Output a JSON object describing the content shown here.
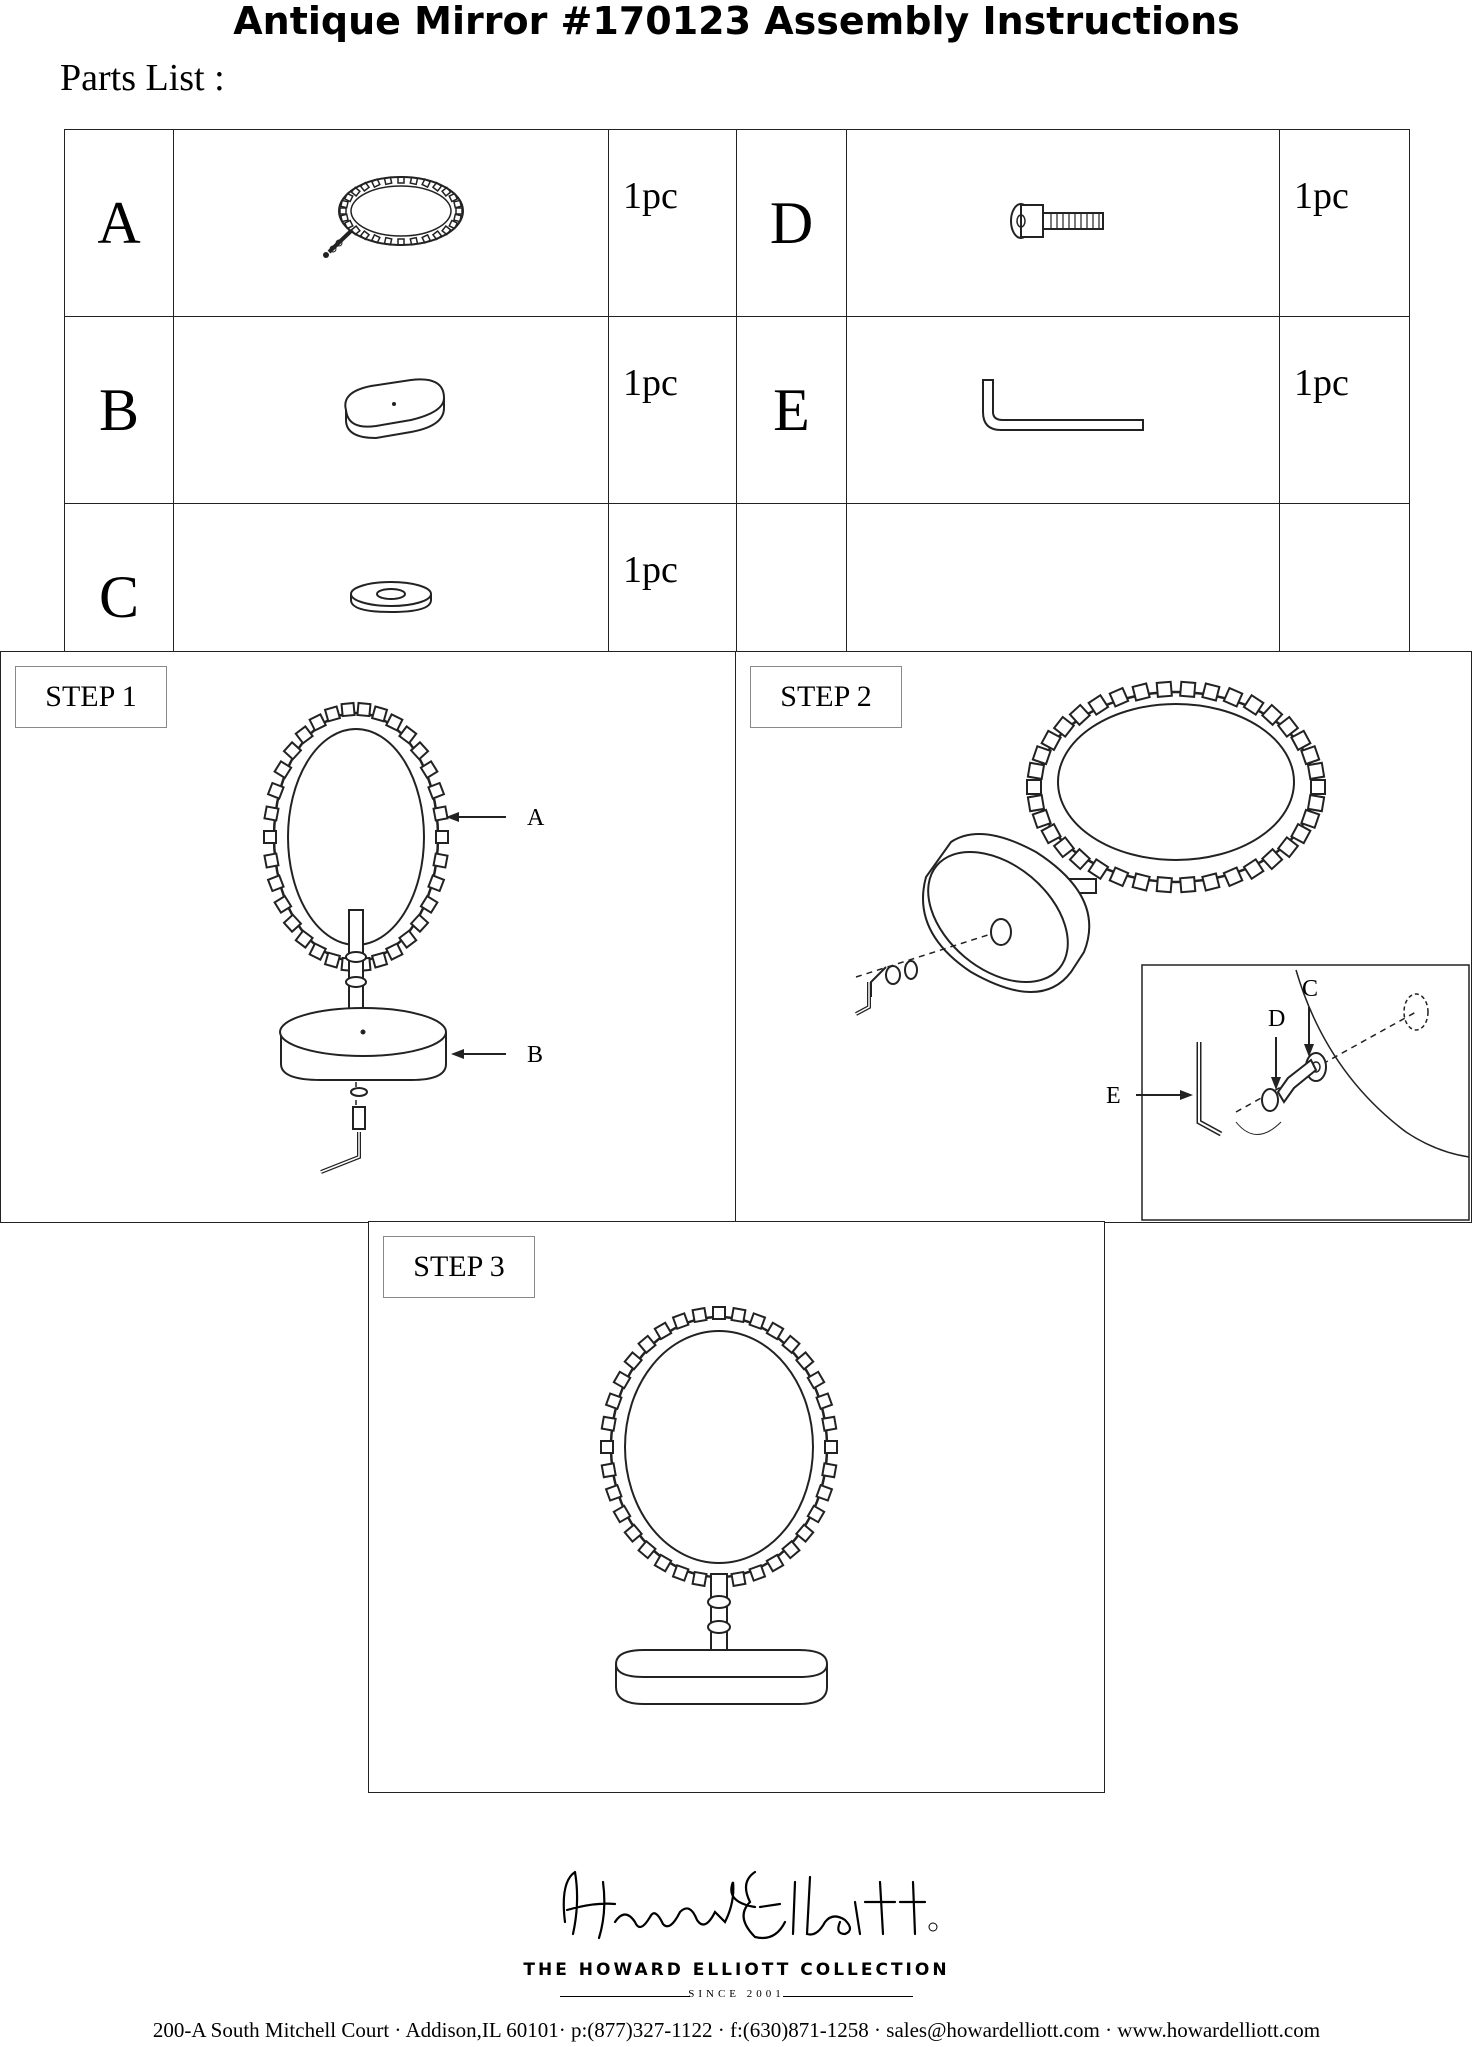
{
  "title": "Antique Mirror #170123 Assembly Instructions",
  "parts_heading": "Parts List :",
  "parts": [
    {
      "letter": "A",
      "qty": "1pc",
      "icon": "mirror-frame-icon"
    },
    {
      "letter": "D",
      "qty": "1pc",
      "icon": "bolt-icon"
    },
    {
      "letter": "B",
      "qty": "1pc",
      "icon": "oval-base-icon"
    },
    {
      "letter": "E",
      "qty": "1pc",
      "icon": "hex-key-icon"
    },
    {
      "letter": "C",
      "qty": "1pc",
      "icon": "washer-icon"
    }
  ],
  "steps": [
    {
      "label": "STEP  1",
      "callouts": [
        "A",
        "B"
      ]
    },
    {
      "label": "STEP  2",
      "callouts": [
        "C",
        "D",
        "E"
      ]
    },
    {
      "label": "STEP  3",
      "callouts": []
    }
  ],
  "footer": {
    "signature": "Howard Elliott",
    "brand": "THE HOWARD ELLIOTT COLLECTION",
    "since": "SINCE 2001",
    "address": "200-A South Mitchell Court · Addison,IL 60101· p:(877)327-1122 · f:(630)871-1258 · sales@howardelliott.com · www.howardelliott.com"
  }
}
